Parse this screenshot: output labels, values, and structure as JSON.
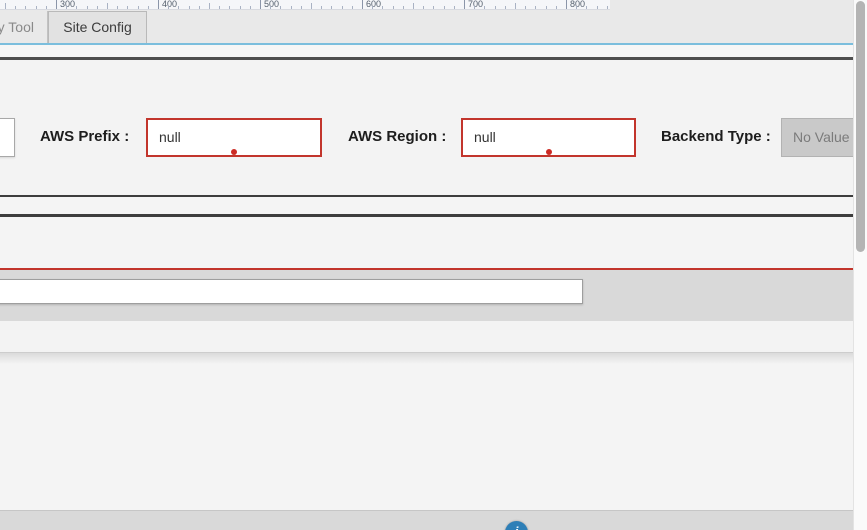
{
  "ruler": {
    "labels": [
      "300",
      "400",
      "500",
      "600",
      "700",
      "800"
    ]
  },
  "tabs": [
    {
      "label": "y Tool",
      "active": false
    },
    {
      "label": "Site Config",
      "active": true
    }
  ],
  "form": {
    "fields": [
      {
        "label": "AWS Prefix :",
        "value": "null",
        "state": "error"
      },
      {
        "label": "AWS Region :",
        "value": "null",
        "state": "error"
      },
      {
        "label": "Backend Type :",
        "value": "No Value",
        "state": "disabled"
      }
    ]
  },
  "search": {
    "value": "",
    "placeholder": ""
  },
  "fab": {
    "glyph": "i"
  },
  "colors": {
    "accent_blue": "#7bbedd",
    "error_red": "#c2352c",
    "dark_line": "#3d3d3d",
    "disabled_bg": "#c9c9c9",
    "disabled_text": "#7b7b7b",
    "fab_blue": "#2e7fb7",
    "dot_red": "#cc2b24"
  }
}
